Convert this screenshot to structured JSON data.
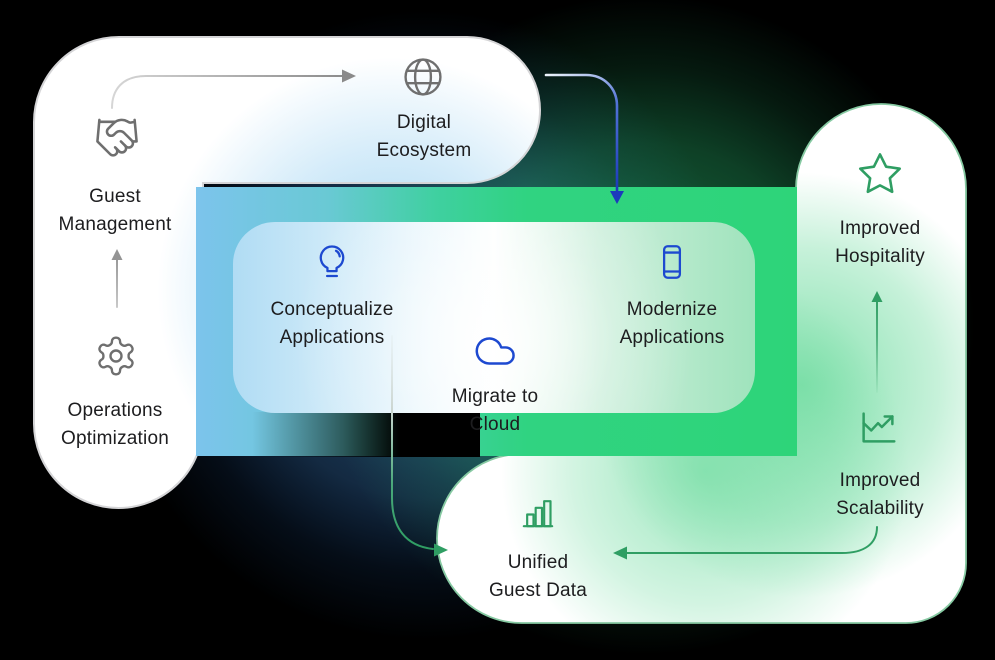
{
  "canvas": {
    "background": "#000000"
  },
  "palette": {
    "blue_accent": "#1d49d0",
    "green_accent": "#2f9e63",
    "gray_icon": "#6f6f6f",
    "center_gradient_start": "#7cc4ec",
    "center_gradient_end": "#2ed47c",
    "text": "#1d1d1f"
  },
  "nodes": {
    "guest_management": {
      "label": "Guest\nManagement",
      "icon": "handshake-icon"
    },
    "operations_optimization": {
      "label": "Operations\nOptimization",
      "icon": "gear-icon"
    },
    "digital_ecosystem": {
      "label": "Digital\nEcosystem",
      "icon": "globe-icon"
    },
    "conceptualize_applications": {
      "label": "Conceptualize\nApplications",
      "icon": "lightbulb-icon"
    },
    "migrate_to_cloud": {
      "label": "Migrate to\nCloud",
      "icon": "cloud-icon"
    },
    "modernize_applications": {
      "label": "Modernize\nApplications",
      "icon": "smartphone-icon"
    },
    "improved_hospitality": {
      "label": "Improved\nHospitality",
      "icon": "star-icon"
    },
    "improved_scalability": {
      "label": "Improved\nScalability",
      "icon": "line-chart-icon"
    },
    "unified_guest_data": {
      "label": "Unified\nGuest Data",
      "icon": "bar-chart-icon"
    }
  },
  "arrows": [
    {
      "from": "guest_management",
      "to": "digital_ecosystem",
      "color": "gray"
    },
    {
      "from": "operations_optimization",
      "to": "guest_management",
      "color": "gray"
    },
    {
      "from": "digital_ecosystem",
      "to": "center_panel",
      "color": "blue"
    },
    {
      "from": "center_panel",
      "to": "unified_guest_data",
      "color": "green"
    },
    {
      "from": "improved_scalability",
      "to": "improved_hospitality",
      "color": "green"
    },
    {
      "from": "improved_scalability",
      "to": "unified_guest_data",
      "color": "green"
    }
  ]
}
